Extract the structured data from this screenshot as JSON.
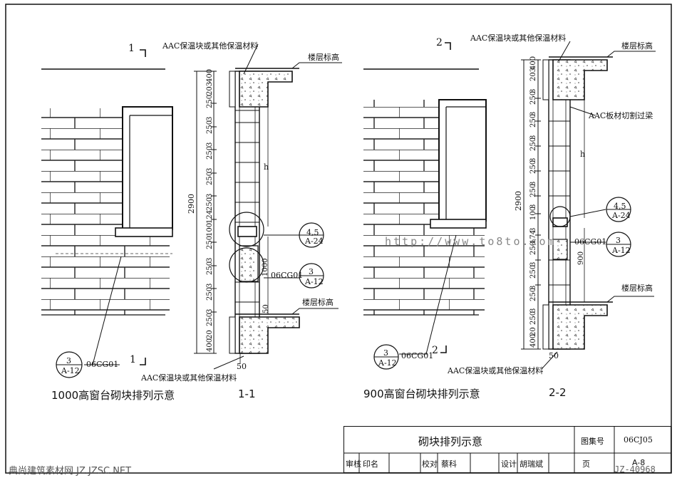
{
  "sheet": {
    "title": "砌块排列示意",
    "atlas_label": "图集号",
    "atlas_no": "06CJ05",
    "page_label": "页",
    "page_no": "A-8"
  },
  "signatures": {
    "review_label": "审核",
    "review_name": "印名",
    "check_label": "校对",
    "check_name": "蔡科",
    "design_label": "设计",
    "design_name": "胡瑞斌"
  },
  "left": {
    "title": "1000高窗台砌块排列示意",
    "section_id": "1-1",
    "cut_mark_top": "1",
    "cut_mark_bottom": "1",
    "insul_top": "AAC保温块或其他保温材料",
    "insul_bottom": "AAC保温块或其他保温材料",
    "floor_level_top": "楼层标高",
    "floor_level_bottom": "楼层标高",
    "ref_46": {
      "top": "4,5",
      "bottom": "A-24"
    },
    "ref_cg": {
      "label": "06CG01",
      "top": "3",
      "bottom": "A-12"
    },
    "ref_elev": {
      "label": "06CG01",
      "top": "3",
      "bottom": "A-12"
    },
    "dims": [
      "400",
      "203",
      "250",
      "3",
      "250",
      "3",
      "250",
      "3",
      "250",
      "3",
      "250",
      "124",
      "100",
      "250",
      "3",
      "250",
      "3",
      "250",
      "3",
      "250",
      "20",
      "400"
    ],
    "total": "2900",
    "h_label": "h",
    "sill_dim": "1000",
    "bottom_dim": "50",
    "right_dim": "50"
  },
  "right": {
    "title": "900高窗台砌块排列示意",
    "section_id": "2-2",
    "cut_mark_top": "2",
    "cut_mark_bottom": "2",
    "insul_top": "AAC保温块或其他保温材料",
    "insul_bottom": "AAC保温块或其他保温材料",
    "floor_level_top": "楼层标高",
    "floor_level_bottom": "楼层标高",
    "aac_cut": "AAC板材切割过梁",
    "ref_46": {
      "top": "4,5",
      "bottom": "A-24"
    },
    "ref_cg": {
      "label": "06CG01",
      "top": "3",
      "bottom": "A-12"
    },
    "ref_elev": {
      "label": "06CG01",
      "top": "3",
      "bottom": "A-12"
    },
    "dims": [
      "400",
      "203",
      "3",
      "250",
      "3",
      "250",
      "3",
      "250",
      "3",
      "250",
      "3",
      "250",
      "3",
      "100",
      "3",
      "174",
      "250",
      "3",
      "250",
      "3",
      "250",
      "3",
      "250",
      "20",
      "400"
    ],
    "total": "2900",
    "h_label": "h",
    "sill_dim": "900",
    "bottom_dim": "50"
  },
  "watermarks": {
    "site": "http://www.to8to.com",
    "footer": "典尚建筑素材网 JZ.JZSC.NET",
    "code": "JZ-40968"
  }
}
